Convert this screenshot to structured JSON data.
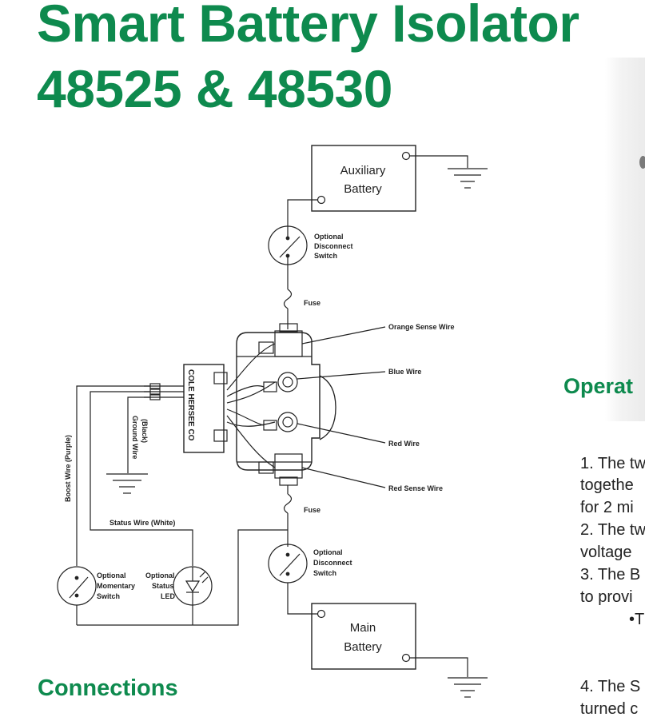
{
  "title": {
    "line1": "Smart Battery Isolator",
    "line2": "48525 & 48530"
  },
  "colors": {
    "accent": "#0e8a4e",
    "line": "#222222"
  },
  "diagram": {
    "aux_battery": [
      "Auxiliary",
      "Battery"
    ],
    "main_battery": [
      "Main",
      "Battery"
    ],
    "switch_top": [
      "Optional",
      "Disconnect",
      "Switch"
    ],
    "switch_bottom": [
      "Optional",
      "Disconnect",
      "Switch"
    ],
    "fuse_top": "Fuse",
    "fuse_bottom": "Fuse",
    "orange_sense": "Orange Sense Wire",
    "blue_wire": "Blue Wire",
    "red_wire": "Red Wire",
    "red_sense": "Red Sense Wire",
    "ground_wire": [
      "Ground Wire",
      "(Black)"
    ],
    "boost_wire": "Boost Wire (Purple)",
    "status_wire": "Status Wire (White)",
    "momentary": [
      "Optional",
      "Momentary",
      "Switch"
    ],
    "status_led": [
      "Optional",
      "Status",
      "LED"
    ],
    "unit_brand": "COLE HERSEE CO"
  },
  "sections": {
    "operation": "Operat",
    "connections": "Connections"
  },
  "operation_lines": [
    "1. The tw",
    "togethe",
    "for 2 mi",
    "2. The tw",
    "voltage",
    "3. The B",
    "to provi",
    "•T",
    "4. The S",
    "turned c"
  ]
}
